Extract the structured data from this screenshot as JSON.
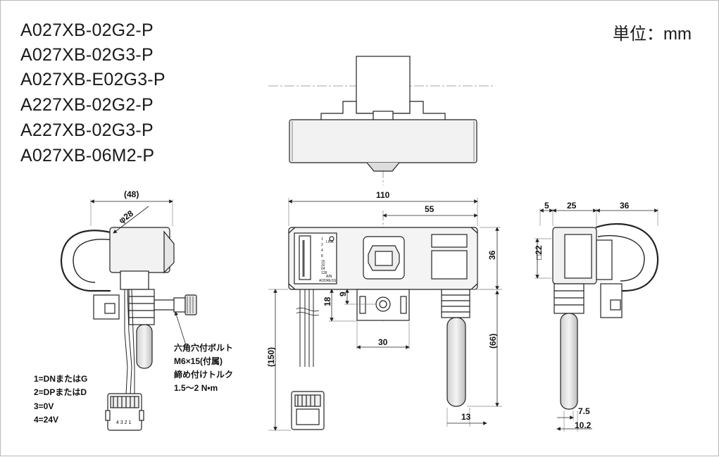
{
  "models": [
    "A027XB-02G2-P",
    "A027XB-02G3-P",
    "A027XB-E02G3-P",
    "A227XB-02G2-P",
    "A227XB-02G3-P",
    "A027XB-06M2-P"
  ],
  "unit_label": "単位：mm",
  "left_view": {
    "dim_width": "(48)",
    "dim_diameter": "φ28",
    "bolt_note": [
      "六角穴付ボルト",
      "M6×15(付属)",
      "締め付けトルク",
      "1.5〜2 N•m"
    ],
    "pin_legend": [
      "1=DNまたはG",
      "2=DPまたはD",
      "3=0V",
      "4=24V"
    ],
    "connector_pins": "4 3 2 1"
  },
  "front_view": {
    "dim_total_width": "110",
    "dim_half_width": "55",
    "dim_height": "36",
    "dim_mount_18": "18",
    "dim_mount_9": "9",
    "dim_mount_30": "30",
    "dim_cable_150": "(150)",
    "dim_connector_66": "(66)",
    "dim_connector_13": "13",
    "panel_labels": [
      "1",
      "2",
      "4",
      "8",
      "16",
      "32",
      "64",
      "128",
      "LINK",
      "AIN",
      "ADDRESS"
    ]
  },
  "right_view": {
    "dim_5": "5",
    "dim_25": "25",
    "dim_36": "36",
    "dim_square": "□22",
    "dim_7_5": "7.5",
    "dim_10_2": "10.2"
  }
}
